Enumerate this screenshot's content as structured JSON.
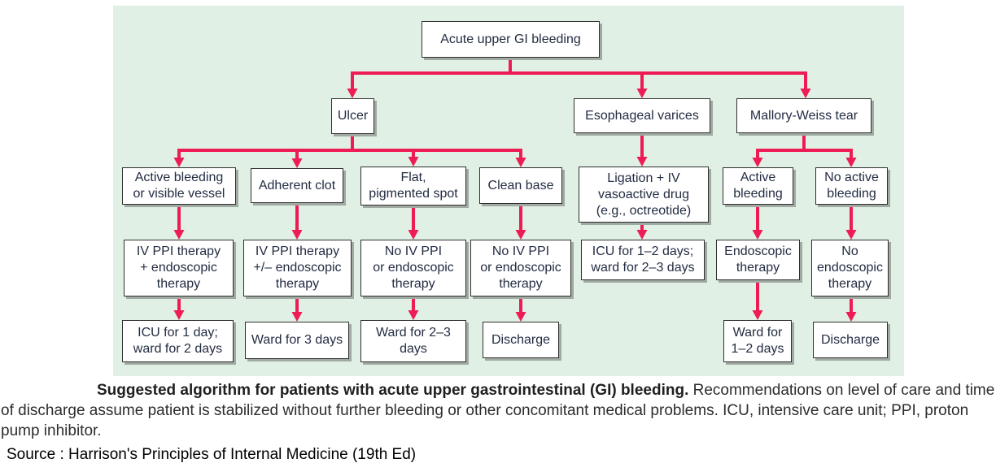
{
  "figure": {
    "caption_bold": "Suggested algorithm for patients with acute upper gastrointestinal (GI) bleeding.",
    "caption_rest": " Recommendations on level of care and time of discharge assume patient is stabilized without further bleeding or other concomitant medical problems. ICU, intensive care unit; PPI, proton pump inhibitor.",
    "source": "Source : Harrison's Principles of Internal Medicine (19th Ed)"
  },
  "colors": {
    "panel_bg": "#e0f0e5",
    "arrow": "#ee1c55",
    "box_border": "#2f2f2f",
    "box_shadow": "#a0aaa2",
    "box_text": "#232c42"
  },
  "nodes": {
    "acute": {
      "label": "Acute upper GI bleeding"
    },
    "ulcer": {
      "label": "Ulcer"
    },
    "esophageal": {
      "label": "Esophageal varices"
    },
    "mallory": {
      "label": "Mallory-Weiss tear"
    },
    "active_vessel": {
      "label": "Active bleeding\nor visible vessel"
    },
    "adherent_clot": {
      "label": "Adherent clot"
    },
    "flat_spot": {
      "label": "Flat,\npigmented spot"
    },
    "clean_base": {
      "label": "Clean base"
    },
    "ligation": {
      "label": "Ligation + IV\nvasoactive drug\n(e.g., octreotide)"
    },
    "active_bleeding": {
      "label": "Active\nbleeding"
    },
    "no_active_bleeding": {
      "label": "No active\nbleeding"
    },
    "ppi_plus": {
      "label": "IV PPI therapy\n+ endoscopic\ntherapy"
    },
    "ppi_pm": {
      "label": "IV PPI therapy\n+/– endoscopic\ntherapy"
    },
    "no_ppi_a": {
      "label": "No IV PPI\nor endoscopic\ntherapy"
    },
    "no_ppi_b": {
      "label": "No IV PPI\nor endoscopic\ntherapy"
    },
    "icu_1_2": {
      "label": "ICU for 1–2 days;\nward for 2–3 days"
    },
    "endoscopic": {
      "label": "Endoscopic\ntherapy"
    },
    "no_endoscopic": {
      "label": "No\nendoscopic\ntherapy"
    },
    "icu_1": {
      "label": "ICU for 1 day;\nward for 2 days"
    },
    "ward_3": {
      "label": "Ward for 3 days"
    },
    "ward_2_3": {
      "label": "Ward for 2–3\ndays"
    },
    "discharge_a": {
      "label": "Discharge"
    },
    "ward_1_2": {
      "label": "Ward for\n1–2 days"
    },
    "discharge_b": {
      "label": "Discharge"
    }
  }
}
